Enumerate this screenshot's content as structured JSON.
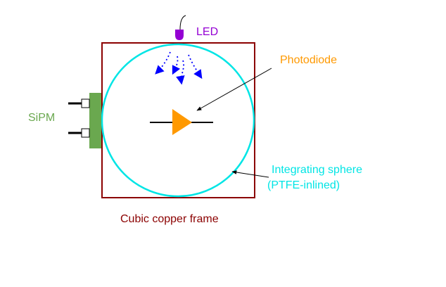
{
  "labels": {
    "led": "LED",
    "photodiode": "Photodiode",
    "sipm": "SiPM",
    "sphere_line1": "Integrating sphere",
    "sphere_line2": "(PTFE-inlined)",
    "frame": "Cubic copper frame"
  },
  "colors": {
    "led": "#9400d3",
    "photodiode": "#ff9900",
    "sipm": "#6aa84f",
    "sphere": "#00e5e5",
    "frame": "#8b0000",
    "rays": "#0000ff",
    "leader": "#000000"
  }
}
